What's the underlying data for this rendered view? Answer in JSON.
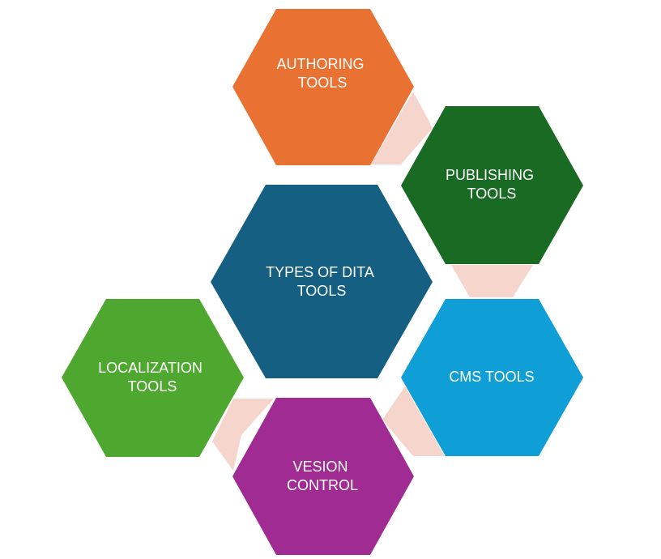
{
  "colors": {
    "authoring": "#E97132",
    "publishing": "#196B24",
    "center": "#156082",
    "cms": "#0F9ED5",
    "localization": "#4EA72E",
    "version": "#A02B93",
    "connector": "#F6D5CD",
    "background": "#FFFFFF",
    "label": "#FFFFFF"
  },
  "hexagons": {
    "center": {
      "line1": "TYPES OF DITA",
      "line2": "TOOLS"
    },
    "authoring": {
      "line1": "AUTHORING",
      "line2": "TOOLS"
    },
    "publishing": {
      "line1": "PUBLISHING",
      "line2": "TOOLS"
    },
    "cms": {
      "line1": "CMS TOOLS"
    },
    "localization": {
      "line1": "LOCALIZATION",
      "line2": "TOOLS"
    },
    "version_control": {
      "line1": "VESION",
      "line2": "CONTROL"
    }
  }
}
